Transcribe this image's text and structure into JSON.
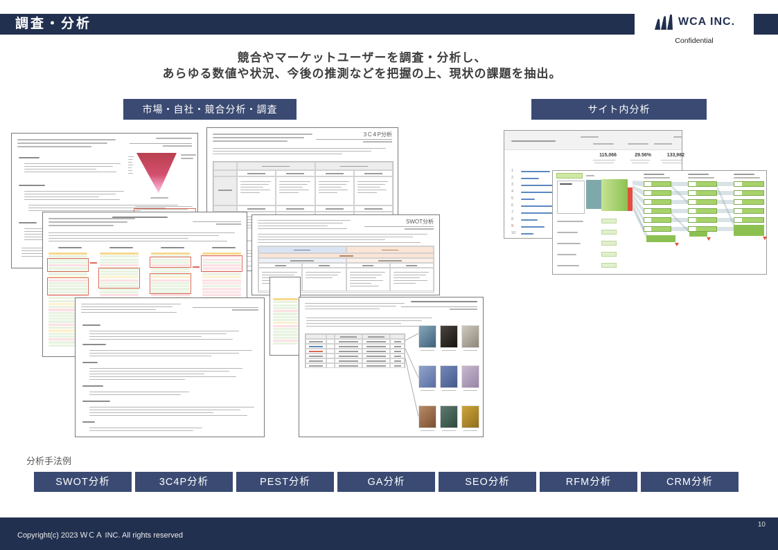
{
  "slide": {
    "title": "調査・分析",
    "logo_text": "WCA INC.",
    "confidential": "Confidential",
    "heading_line1": "競合やマーケットユーザーを調査・分析し、",
    "heading_line2": "あらゆる数値や状況、今後の推測などを把握の上、現状の課題を抽出。",
    "footer": "Copyright(c) 2023 ＷＣＡ INC. All rights reserved",
    "page_number": "10"
  },
  "sections": {
    "left_label": "市場・自社・競合分析・調査",
    "right_label": "サイト内分析"
  },
  "documents": {
    "doc_3c4p_title": "３C４P分析",
    "doc_swot_title": "SWOT分析",
    "ga_metrics": [
      "115,066",
      "29.56%",
      "133,982"
    ]
  },
  "methods": {
    "label": "分析手法例",
    "items": [
      "SWOT分析",
      "3C4P分析",
      "PEST分析",
      "GA分析",
      "SEO分析",
      "RFM分析",
      "CRM分析"
    ]
  },
  "colors": {
    "navy_bar": "#22304f",
    "button_navy": "#3a4a72",
    "swot_plus_blue": "#dae3f1",
    "swot_minus_orange": "#fbe5d6",
    "flow_green": "#8cc152",
    "dropoff_red": "#e1503c",
    "funnel_red": "#c04358",
    "link_blue": "#5b87c0"
  }
}
